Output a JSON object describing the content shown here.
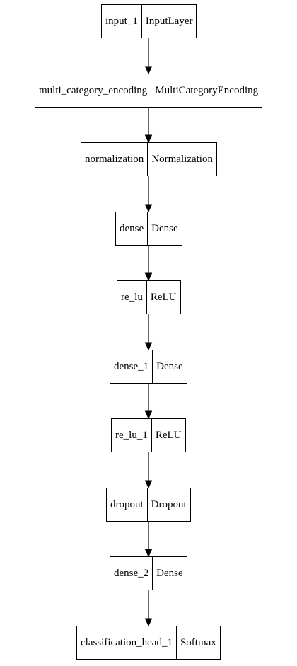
{
  "nodes": [
    {
      "id": "input",
      "name": "input_1",
      "type": "InputLayer"
    },
    {
      "id": "multi-category-encoding",
      "name": "multi_category_encoding",
      "type": "MultiCategoryEncoding"
    },
    {
      "id": "normalization",
      "name": "normalization",
      "type": "Normalization"
    },
    {
      "id": "dense",
      "name": "dense",
      "type": "Dense"
    },
    {
      "id": "re-lu",
      "name": "re_lu",
      "type": "ReLU"
    },
    {
      "id": "dense-1",
      "name": "dense_1",
      "type": "Dense"
    },
    {
      "id": "re-lu-1",
      "name": "re_lu_1",
      "type": "ReLU"
    },
    {
      "id": "dropout",
      "name": "dropout",
      "type": "Dropout"
    },
    {
      "id": "dense-2",
      "name": "dense_2",
      "type": "Dense"
    },
    {
      "id": "classification-head-1",
      "name": "classification_head_1",
      "type": "Softmax"
    }
  ],
  "edges": [
    {
      "from": 0,
      "to": 1
    },
    {
      "from": 1,
      "to": 2
    },
    {
      "from": 2,
      "to": 3
    },
    {
      "from": 3,
      "to": 4
    },
    {
      "from": 4,
      "to": 5
    },
    {
      "from": 5,
      "to": 6
    },
    {
      "from": 6,
      "to": 7
    },
    {
      "from": 7,
      "to": 8
    },
    {
      "from": 8,
      "to": 9
    }
  ]
}
